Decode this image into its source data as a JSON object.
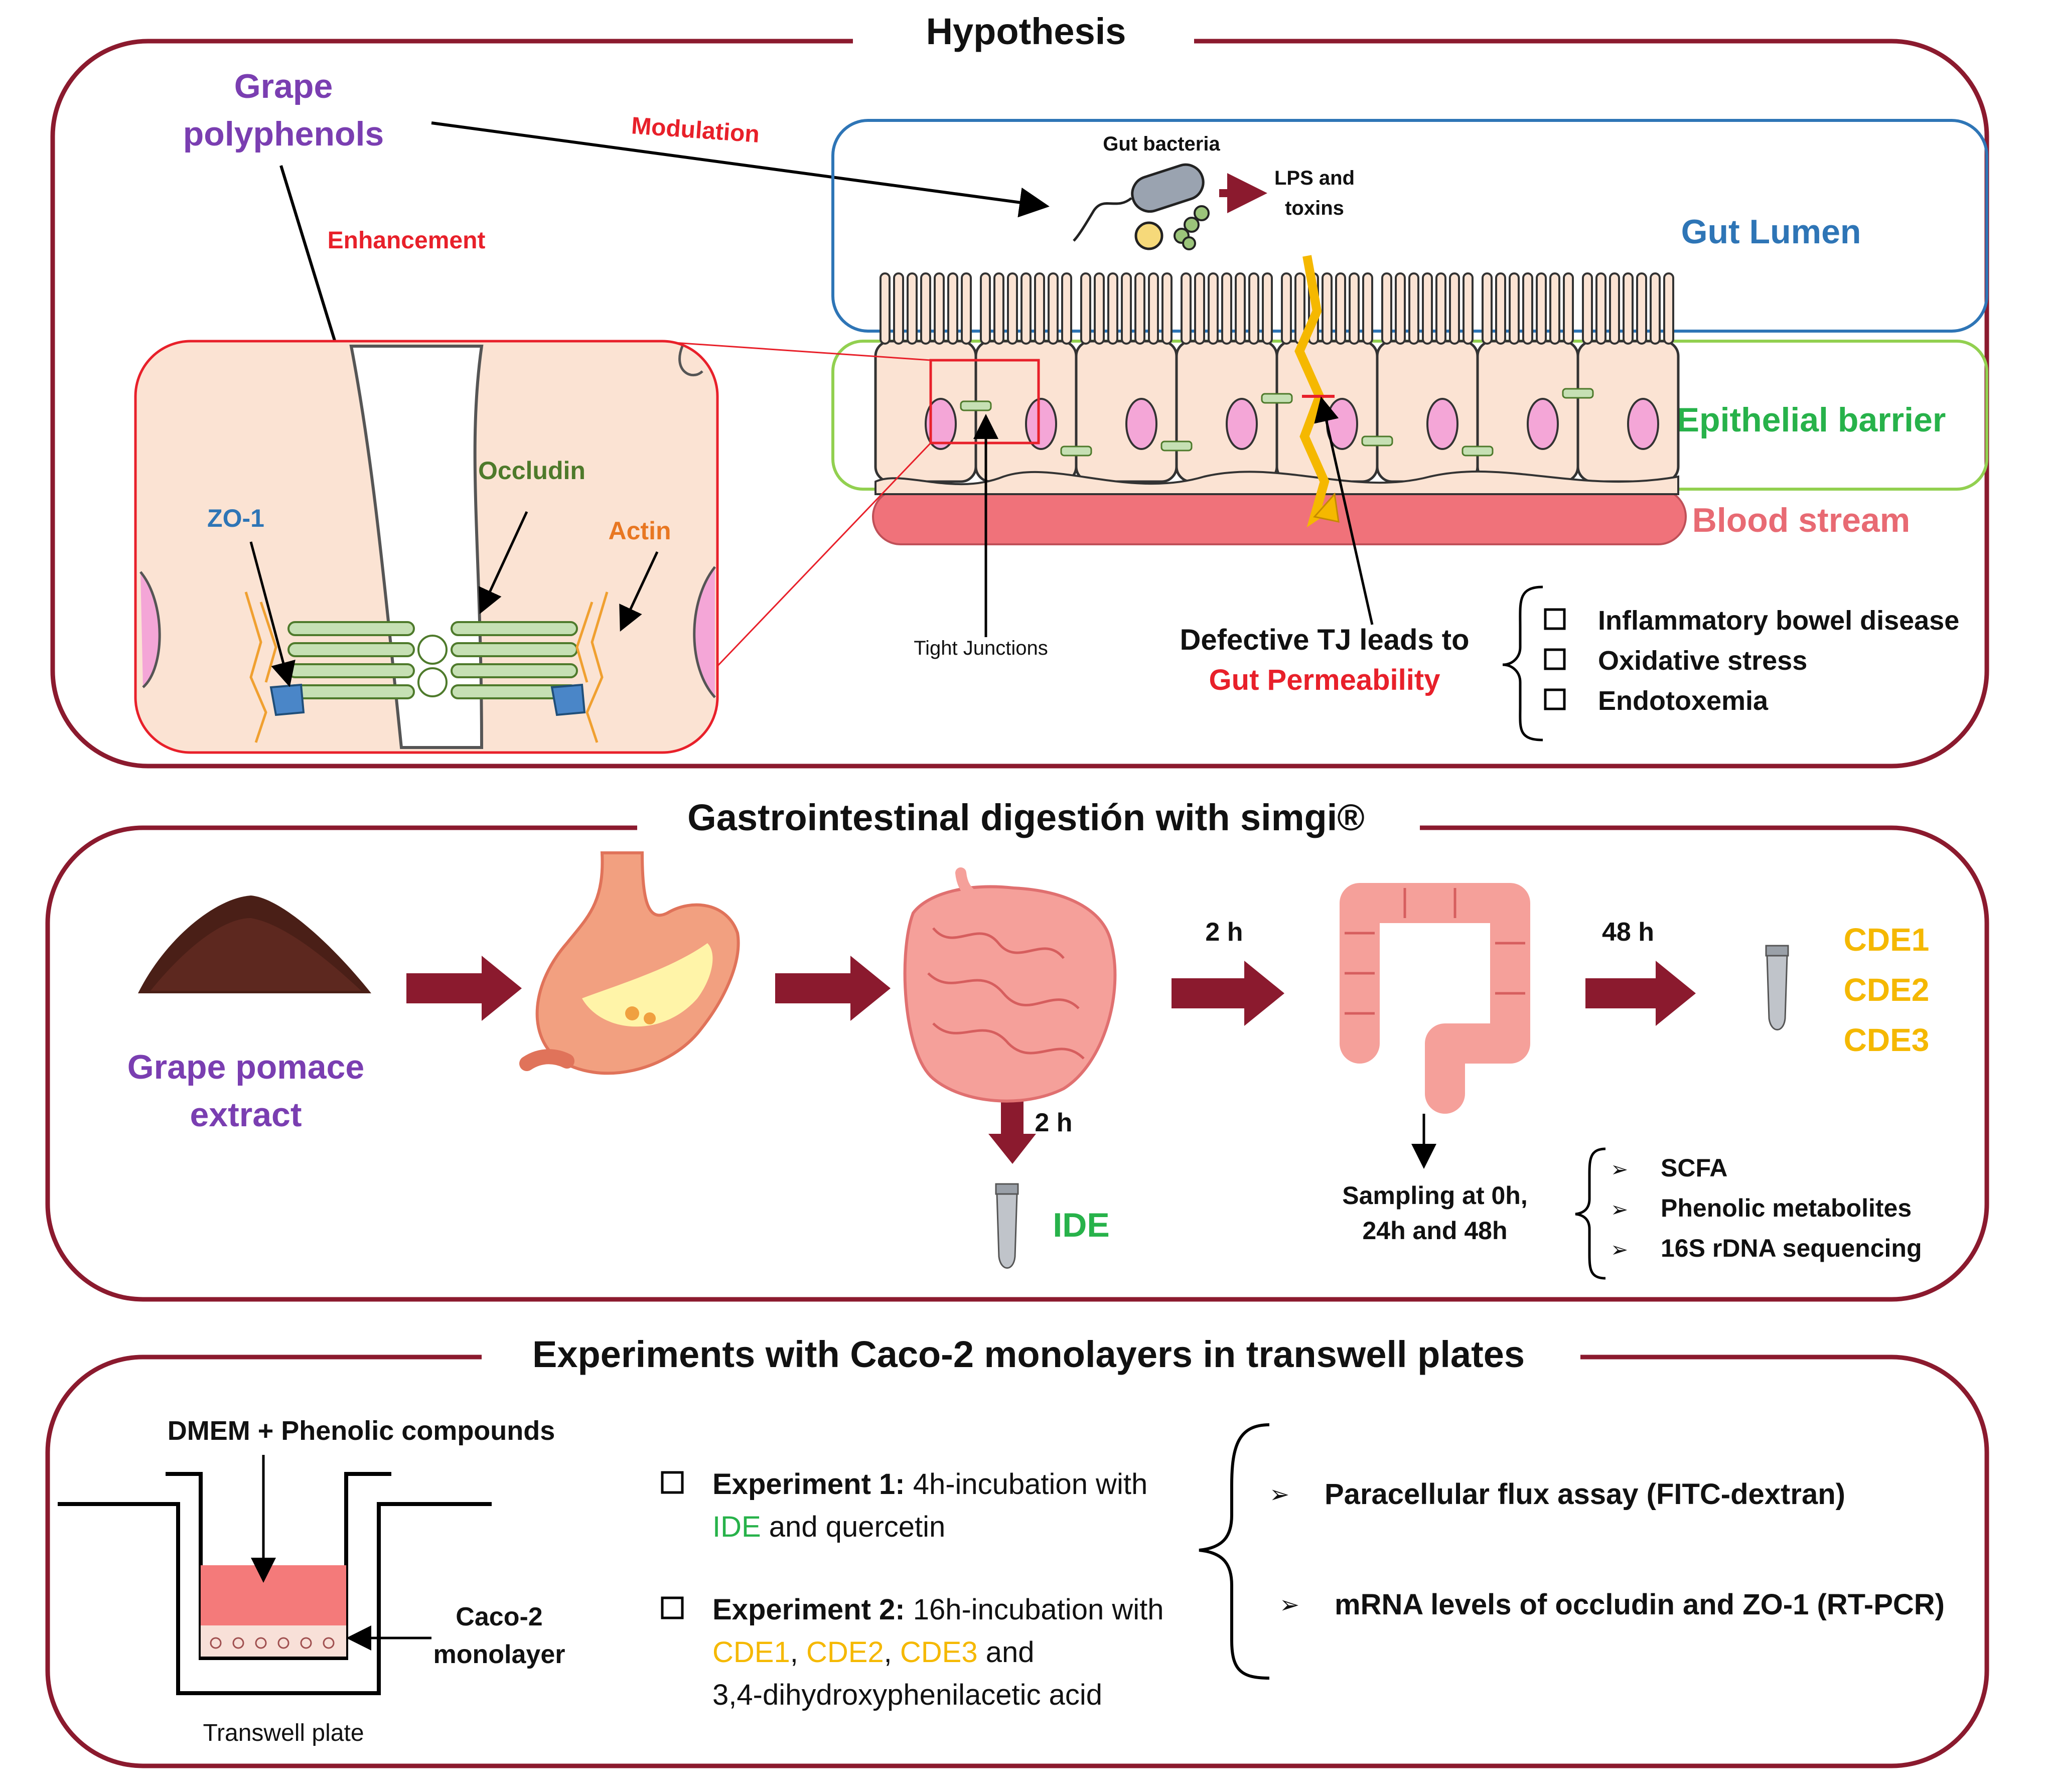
{
  "colors": {
    "frame": "#8B1A2E",
    "arrow": "#8B1A2E",
    "purple": "#7A3EB1",
    "red": "#E8202A",
    "blue": "#2E75B6",
    "green": "#27B24A",
    "green_border": "#92D050",
    "pink": "#E86A73",
    "orange": "#E87722",
    "gold": "#F5B800",
    "zo1": "#4A86C8",
    "occludin": "#4E7A2B",
    "cell": "#FBE3D3",
    "nucleus": "#F4A6D7"
  },
  "hypothesis": {
    "title": "Hypothesis",
    "grape_polyphenols": [
      "Grape",
      "polyphenols"
    ],
    "modulation": "Modulation",
    "enhancement": "Enhancement",
    "gut_bacteria": "Gut bacteria",
    "lps": [
      "LPS and",
      "toxins"
    ],
    "gut_lumen": "Gut Lumen",
    "epithelial_barrier": "Epithelial barrier",
    "blood_stream": "Blood stream",
    "occludin": "Occludin",
    "zo1": "ZO-1",
    "actin": "Actin",
    "tight_junctions": "Tight Junctions",
    "defective_tj": "Defective TJ leads to",
    "gut_permeability": "Gut Permeability",
    "conditions": [
      "Inflammatory bowel disease",
      "Oxidative stress",
      "Endotoxemia"
    ]
  },
  "digestion": {
    "title": "Gastrointestinal digestión with simgi®",
    "grape_pomace": [
      "Grape pomace",
      "extract"
    ],
    "time_2h_a": "2 h",
    "time_2h_b": "2 h",
    "time_48h": "48 h",
    "ide": "IDE",
    "cde": [
      "CDE1",
      "CDE2",
      "CDE3"
    ],
    "sampling": [
      "Sampling at 0h,",
      "24h and 48h"
    ],
    "analyses": [
      "SCFA",
      "Phenolic metabolites",
      "16S rDNA sequencing"
    ]
  },
  "experiments": {
    "title": "Experiments with Caco-2 monolayers in transwell plates",
    "dmem": "DMEM + Phenolic compounds",
    "caco2": [
      "Caco-2",
      "monolayer"
    ],
    "transwell": "Transwell plate",
    "exp1": {
      "label": "Experiment 1:",
      "text1": " 4h-incubation with",
      "ide": "IDE",
      "text2": " and quercetin"
    },
    "exp2": {
      "label": "Experiment 2:",
      "text1": " 16h-incubation with",
      "cde1": "CDE1",
      "sep1": ", ",
      "cde2": "CDE2",
      "sep2": ", ",
      "cde3": "CDE3",
      "text2": " and",
      "text3": "3,4-dihydroxyphenilacetic acid"
    },
    "assays": [
      "Paracellular flux assay (FITC-dextran)",
      "mRNA levels of occludin and ZO-1 (RT-PCR)"
    ]
  }
}
